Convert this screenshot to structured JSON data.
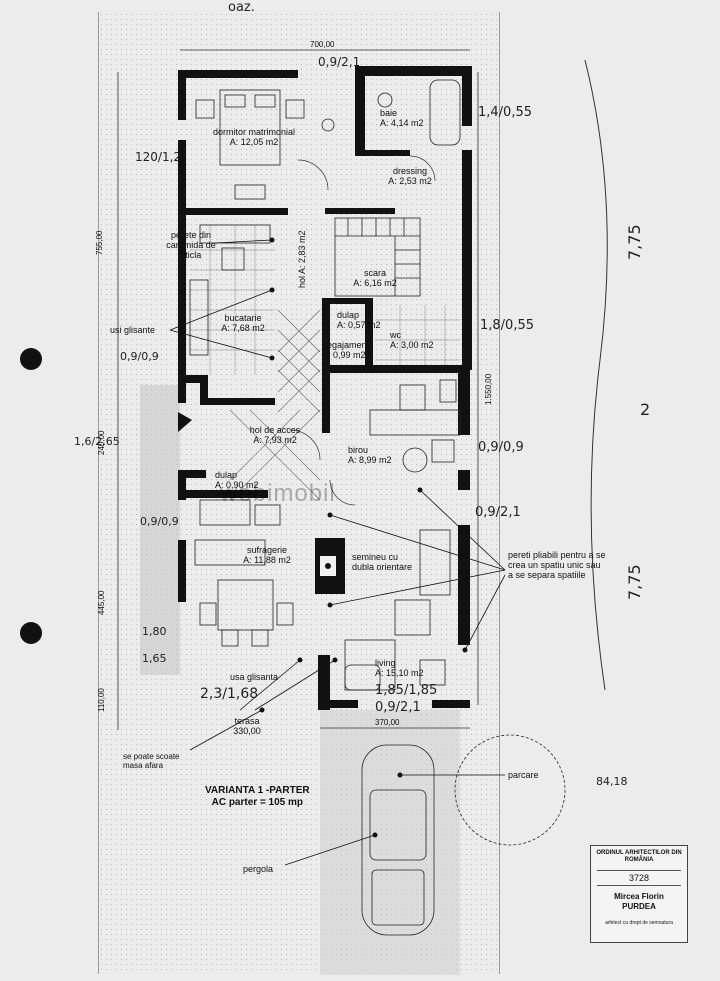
{
  "header_note": "oaz.",
  "rooms": [
    {
      "id": "dormitor",
      "name": "dormitor matrimonial",
      "area": "A: 12,05 m2"
    },
    {
      "id": "baie",
      "name": "baie",
      "area": "A: 4,14 m2"
    },
    {
      "id": "dressing",
      "name": "dressing",
      "area": "A: 2,53 m2"
    },
    {
      "id": "hol",
      "name": "hol",
      "area": "A: 2,83 m2"
    },
    {
      "id": "scara",
      "name": "scara",
      "area": "A: 6,16 m2"
    },
    {
      "id": "bucatarie",
      "name": "bucatarie",
      "area": "A: 7,68 m2"
    },
    {
      "id": "dulap1",
      "name": "dulap",
      "area": "A: 0,57 m2"
    },
    {
      "id": "wc",
      "name": "wc",
      "area": "A: 3,00 m2"
    },
    {
      "id": "degajament",
      "name": "degajament",
      "area": "A: 0,99 m2"
    },
    {
      "id": "holacces",
      "name": "hol de acces",
      "area": "A: 7,93 m2"
    },
    {
      "id": "birou",
      "name": "birou",
      "area": "A: 8,99 m2"
    },
    {
      "id": "dulap2",
      "name": "dulap",
      "area": "A: 0,90 m2"
    },
    {
      "id": "sufragerie",
      "name": "sufragerie",
      "area": "A: 11,88 m2"
    },
    {
      "id": "living",
      "name": "living",
      "area": "A: 15,10 m2"
    }
  ],
  "annotations": {
    "perete": "perete din caramida de sticla",
    "usi": "usi glisante",
    "semineu": "semineu cu dubla orientare",
    "pereti": "pereti pliabili pentru a se crea un spatiu unic sau a se separa spatiile",
    "usa": "usa glisanta",
    "masa": "se poate scoate masa afara",
    "terasa": "terasa",
    "terasa_dim": "330,00",
    "parcare": "parcare",
    "pergola": "pergola"
  },
  "dimensions": {
    "top": "700,00",
    "left_total": "755,00",
    "right_total": "1.550,00",
    "left_mid": "240,00",
    "left_low": "445,00",
    "left_bottom": "110,00",
    "bottom": "370,00"
  },
  "title": {
    "line1": "VARIANTA 1 -PARTER",
    "line2": "AC parter = 105 mp"
  },
  "handwritten": {
    "h1": "0,9/2,1",
    "h2": "1,4/0,55",
    "h3": "120/1,2",
    "h4": "7,75",
    "h5": "1,8/0,55",
    "h6": "0,9/0,9",
    "h7": "2",
    "h8": "0,9/0,9",
    "h9": "1,6/2,65",
    "h10": "0,9/2,1",
    "h11": "0,9/0,9",
    "h12": "7,75",
    "h13": "1,80",
    "h14": "1,65",
    "h15": "2,3/1,68",
    "h16": "1,85/1,85",
    "h17": "0,9/2,1",
    "h18": "84,18"
  },
  "stamp": {
    "org": "ORDINUL ARHITECTILOR DIN ROMÂNIA",
    "number": "3728",
    "name1": "Mircea Florin",
    "name2": "PURDEA",
    "footer": "arhitect cu drept de semnatura"
  },
  "watermark": "webimobil"
}
